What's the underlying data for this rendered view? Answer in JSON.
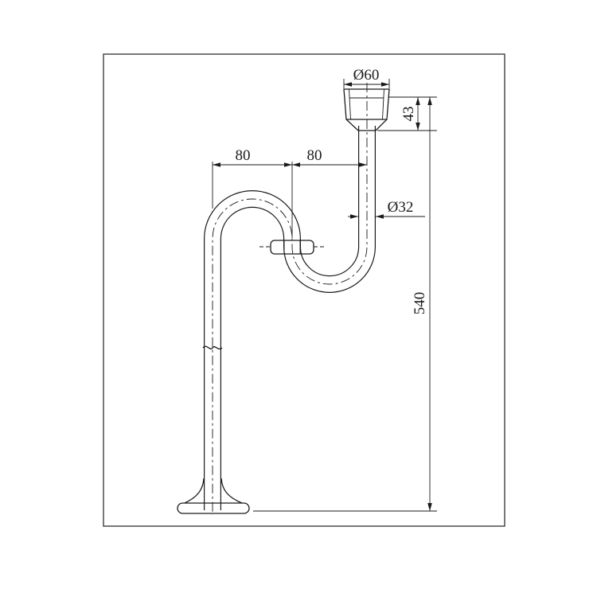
{
  "drawing": {
    "subject": "s-trap-siphon-technical-drawing",
    "labels": {
      "top_diameter": "Ø60",
      "inlet_height": "43",
      "span_left": "80",
      "span_right": "80",
      "pipe_diameter": "Ø32",
      "overall_height": "540"
    },
    "colors": {
      "line": "#1a1a1a",
      "border": "#3f3f3f",
      "background": "#ffffff"
    }
  }
}
